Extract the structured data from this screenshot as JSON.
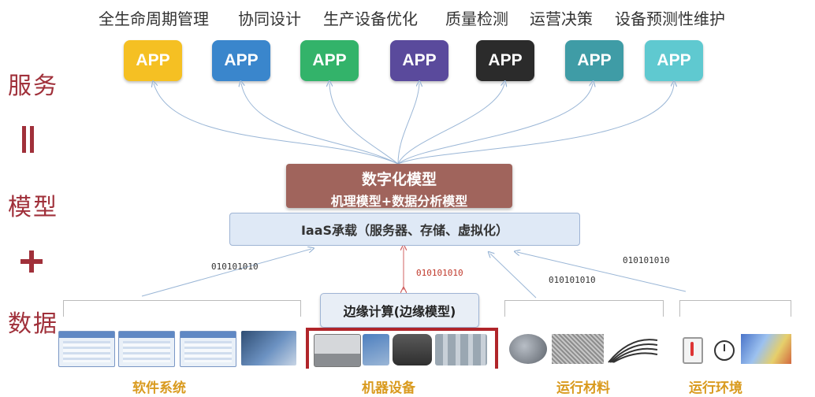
{
  "left_labels": {
    "service": "服务",
    "model": "模型",
    "data": "数据"
  },
  "top_titles": [
    "全生命周期管理",
    "协同设计",
    "生产设备优化",
    "质量检测",
    "运营决策",
    "设备预测性维护"
  ],
  "apps": [
    {
      "label": "APP",
      "color": "#f5c023"
    },
    {
      "label": "APP",
      "color": "#3a86cc"
    },
    {
      "label": "APP",
      "color": "#33b36a"
    },
    {
      "label": "APP",
      "color": "#5a4a9c"
    },
    {
      "label": "APP",
      "color": "#2b2b2b"
    },
    {
      "label": "APP",
      "color": "#3f9ca6"
    },
    {
      "label": "APP",
      "color": "#5fc9d0"
    }
  ],
  "digital_model": {
    "title": "数字化模型",
    "subtitle": "机理模型+数据分析模型"
  },
  "iaas": {
    "label": "IaaS承载（服务器、存储、虚拟化）"
  },
  "edge": {
    "label": "边缘计算(边缘模型)"
  },
  "binary_labels": [
    "010101010",
    "010101010",
    "010101010",
    "010101010"
  ],
  "categories": [
    "软件系统",
    "机器设备",
    "运行材料",
    "运行环境"
  ],
  "colors": {
    "accent_red": "#a0303a",
    "model_box": "#a0645c",
    "category": "#d99a1e",
    "arrow": "#9ab6d6"
  }
}
